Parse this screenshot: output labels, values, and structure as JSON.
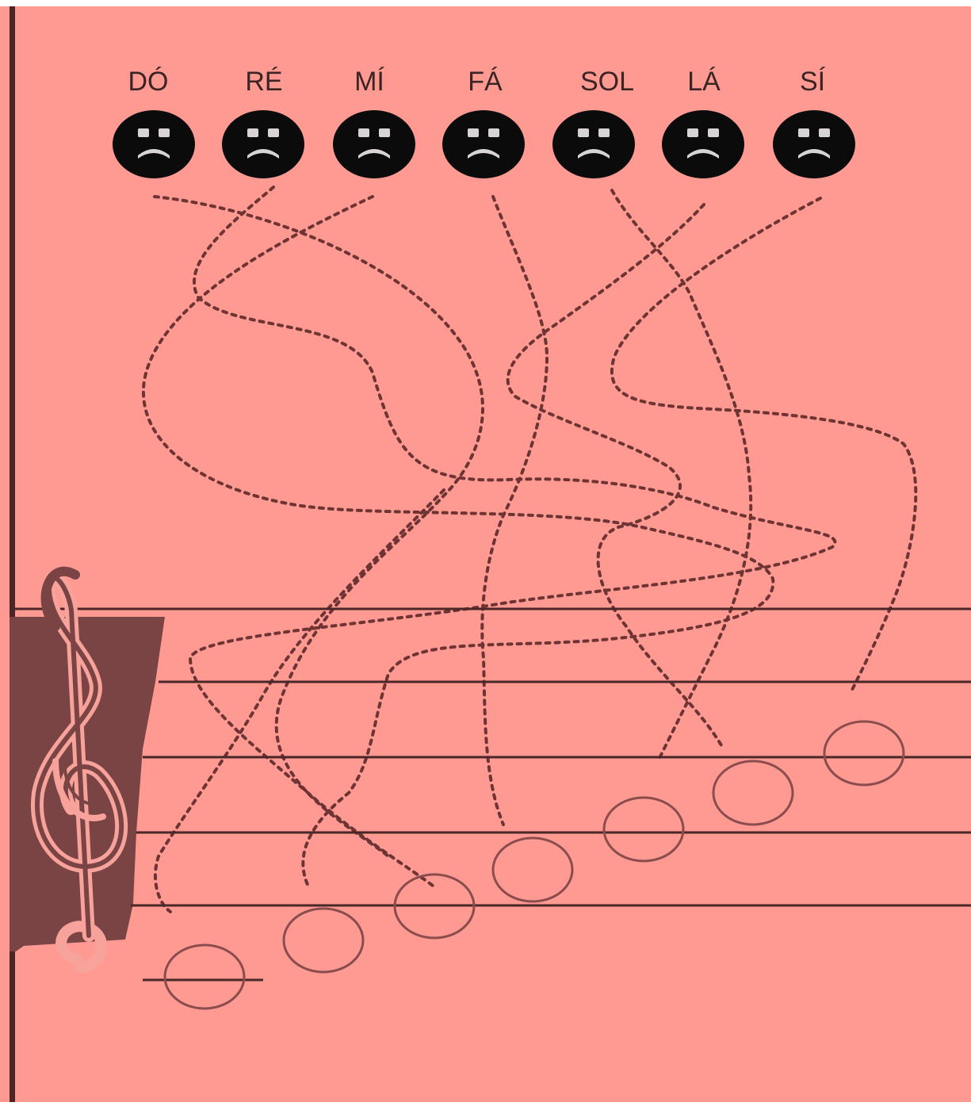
{
  "worksheet": {
    "notes": [
      {
        "label": "DÓ"
      },
      {
        "label": "RÉ"
      },
      {
        "label": "MÍ"
      },
      {
        "label": "FÁ"
      },
      {
        "label": "SOL"
      },
      {
        "label": "LÁ"
      },
      {
        "label": "SÍ"
      }
    ],
    "face_icon": "sad-face-icon",
    "clef_icon": "treble-clef-icon",
    "staff_line_count": 5,
    "colors": {
      "background": "#ff9a93",
      "ink": "#4a2626",
      "dotted_path": "#6e3434",
      "clef_block": "#7a4444",
      "face": "#0b0b0b"
    }
  }
}
